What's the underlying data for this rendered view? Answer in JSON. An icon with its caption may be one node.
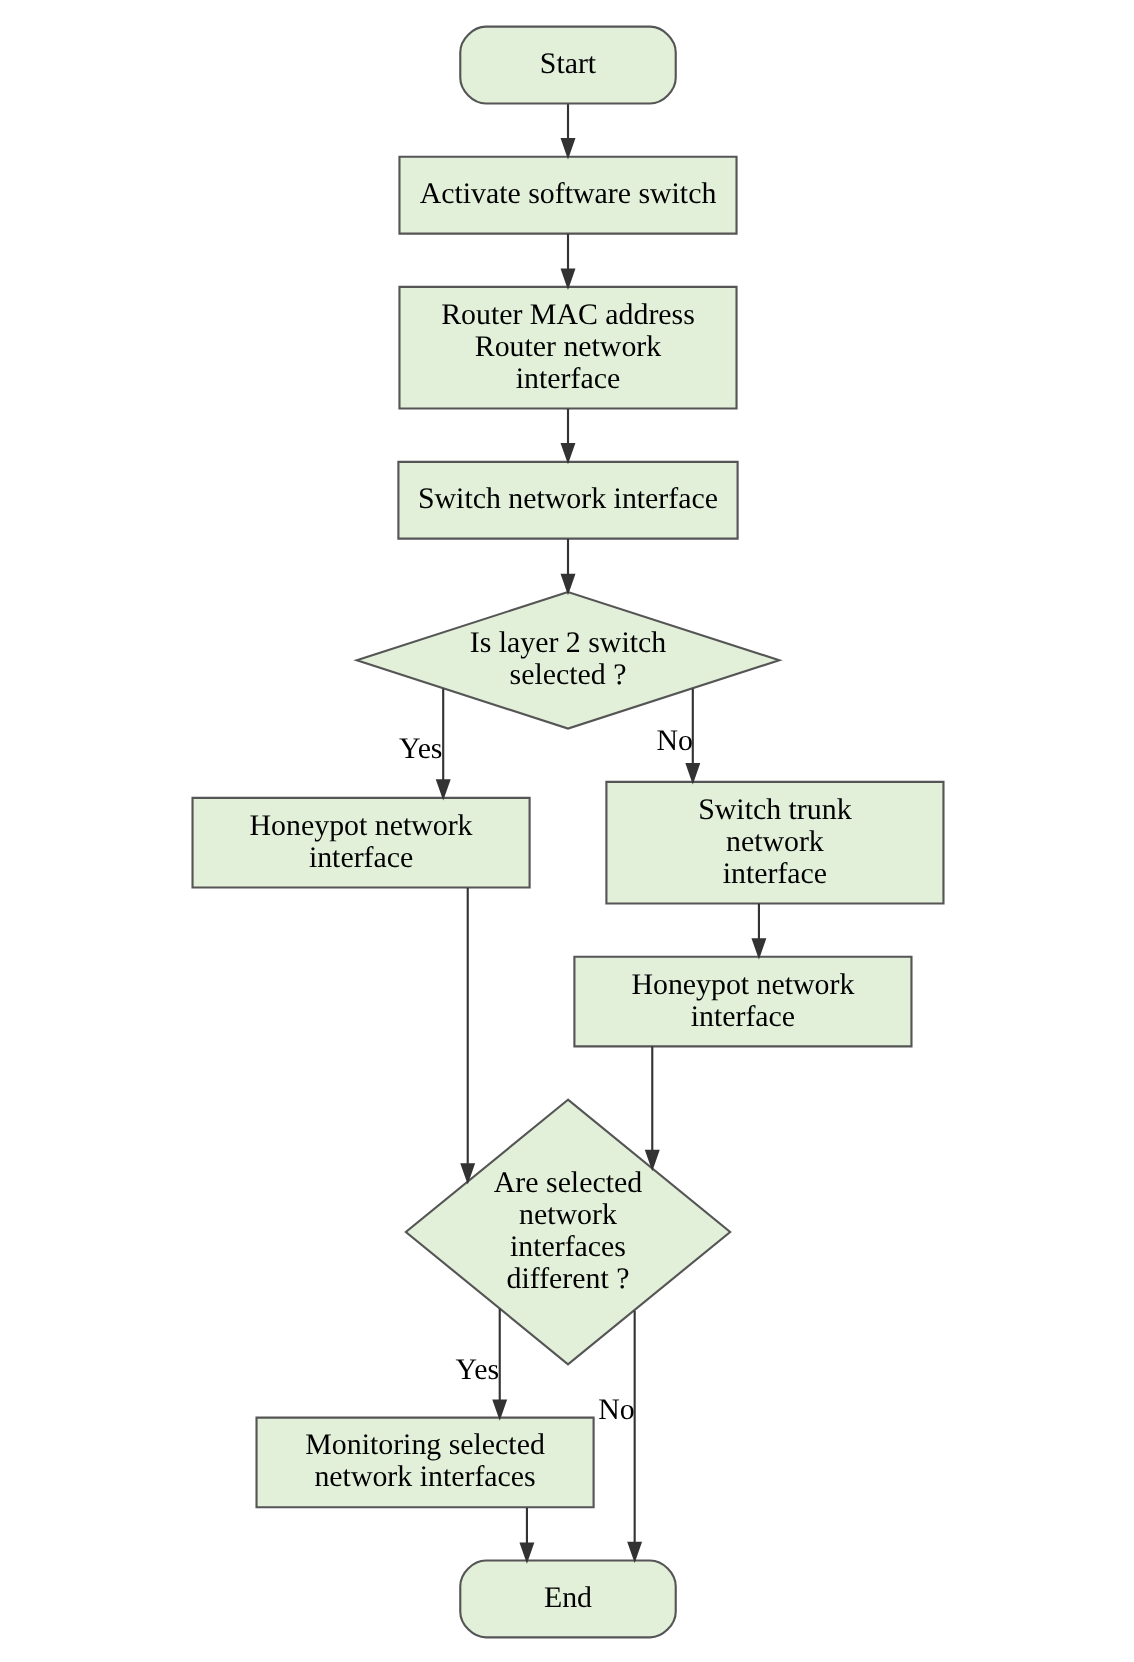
{
  "diagram": {
    "nodes": [
      {
        "text": [
          "Start"
        ]
      },
      {
        "text": [
          "Activate software switch"
        ]
      },
      {
        "text": [
          "Router MAC address Router network interface"
        ]
      },
      {
        "text": [
          "Switch network interface"
        ]
      },
      {
        "text": [
          "Is layer 2 switch selected ?"
        ]
      },
      {
        "text": [
          "Honeypot network interface"
        ]
      },
      {
        "text": [
          "Switch trunk network interface"
        ]
      },
      {
        "text": [
          "Honeypot network interface"
        ]
      },
      {
        "text": [
          "Are selected network interfaces different ?"
        ]
      },
      {
        "text": [
          "Monitoring selected network interfaces"
        ]
      },
      {
        "text": [
          "End"
        ]
      }
    ],
    "edges": [
      {
        "from": 0,
        "to": 1,
        "arrow": "to"
      },
      {
        "from": 1,
        "to": 2,
        "arrow": "to"
      },
      {
        "from": 2,
        "to": 3,
        "arrow": "to"
      },
      {
        "from": 3,
        "to": 4,
        "arrow": "to"
      },
      {
        "from": 4,
        "to": 5,
        "arrow": "to",
        "label": "Yes"
      },
      {
        "from": 4,
        "to": 6,
        "arrow": "to",
        "label": "No"
      },
      {
        "from": 6,
        "to": 7,
        "arrow": "to"
      },
      {
        "from": 5,
        "to": 8,
        "arrow": "to"
      },
      {
        "from": 7,
        "to": 8,
        "arrow": "to"
      },
      {
        "from": 8,
        "to": 9,
        "arrow": "to",
        "label": "Yes"
      },
      {
        "from": 9,
        "to": 10,
        "arrow": "to"
      },
      {
        "from": 8,
        "to": 10,
        "arrow": "to",
        "label": "No"
      }
    ]
  }
}
